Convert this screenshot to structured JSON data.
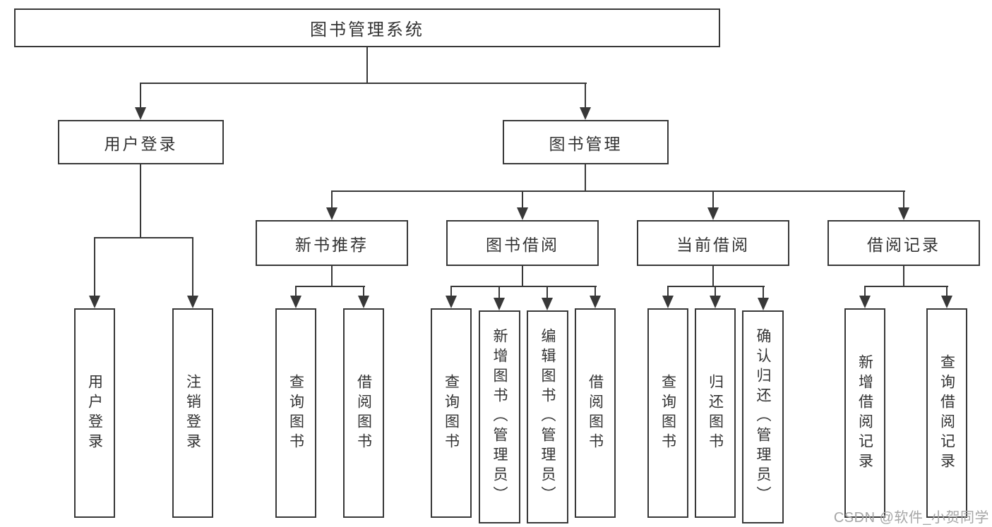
{
  "title": "图书管理系统",
  "level2": [
    "用户登录",
    "图书管理"
  ],
  "level3": [
    "新书推荐",
    "图书借阅",
    "当前借阅",
    "借阅记录"
  ],
  "leafGroups": [
    {
      "parent": "用户登录",
      "items": [
        "用户登录",
        "注销登录"
      ]
    },
    {
      "parent": "新书推荐",
      "items": [
        "查询图书",
        "借阅图书"
      ]
    },
    {
      "parent": "图书借阅",
      "items": [
        "查询图书",
        "新增图书（管理员）",
        "编辑图书（管理员）",
        "借阅图书"
      ]
    },
    {
      "parent": "当前借阅",
      "items": [
        "查询图书",
        "归还图书",
        "确认归还（管理员）"
      ]
    },
    {
      "parent": "借阅记录",
      "items": [
        "新增借阅记录",
        "查询借阅记录"
      ]
    }
  ],
  "watermark": "CSDN @软件_小贺同学",
  "colors": {
    "line": "#383838",
    "text": "#333333",
    "watermark": "#a6a6a6",
    "background": "#ffffff"
  }
}
